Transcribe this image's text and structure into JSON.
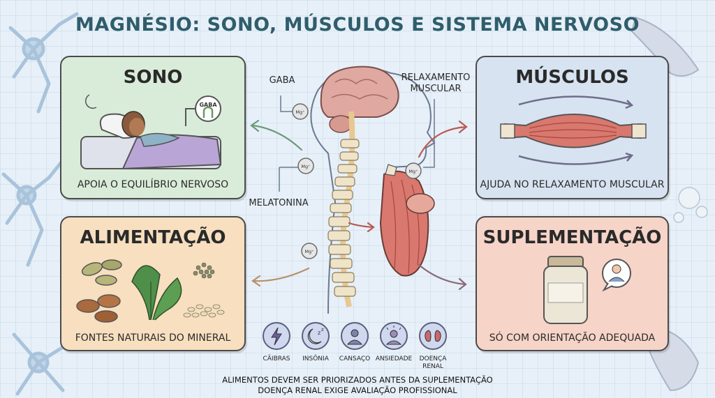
{
  "title": "MAGNÉSIO: SONO, MÚSCULOS E SISTEMA NERVOSO",
  "cards": {
    "sono": {
      "heading": "SONO",
      "caption": "APOIA O EQUILÍBRIO NERVOSO",
      "badge": "GABA"
    },
    "musculos": {
      "heading": "MÚSCULOS",
      "caption": "AJUDA NO RELAXAMENTO MUSCULAR"
    },
    "alimentacao": {
      "heading": "ALIMENTAÇÃO",
      "caption": "FONTES NATURAIS DO MINERAL"
    },
    "suplementacao": {
      "heading": "SUPLEMENTAÇÃO",
      "caption": "SÓ COM ORIENTAÇÃO ADEQUADA"
    }
  },
  "center_labels": {
    "gaba": "GABA",
    "relaxamento": "RELAXAMENTO MUSCULAR",
    "melatonina": "MELATONINA",
    "mg": "Mg⁺"
  },
  "symptoms": [
    {
      "label": "CÃIBRAS",
      "icon": "lightning-icon"
    },
    {
      "label": "INSÔNIA",
      "icon": "moon-zzz-icon"
    },
    {
      "label": "CANSAÇO",
      "icon": "tired-person-icon"
    },
    {
      "label": "ANSIEDADE",
      "icon": "anxious-person-icon"
    },
    {
      "label": "DOENÇA RENAL",
      "icon": "kidneys-icon"
    }
  ],
  "footer": {
    "line1": "ALIMENTOS DEVEM SER PRIORIZADOS ANTES DA SUPLEMENTAÇÃO",
    "line2": "DOENÇA RENAL EXIGE AVALIAÇÃO PROFISSIONAL"
  },
  "colors": {
    "title": "#2f5d6b",
    "sono_card": "#d9ecd9",
    "musculos_card": "#d7e3f1",
    "alimentacao_card": "#f7dfbf",
    "suplementacao_card": "#f6d4c7"
  }
}
